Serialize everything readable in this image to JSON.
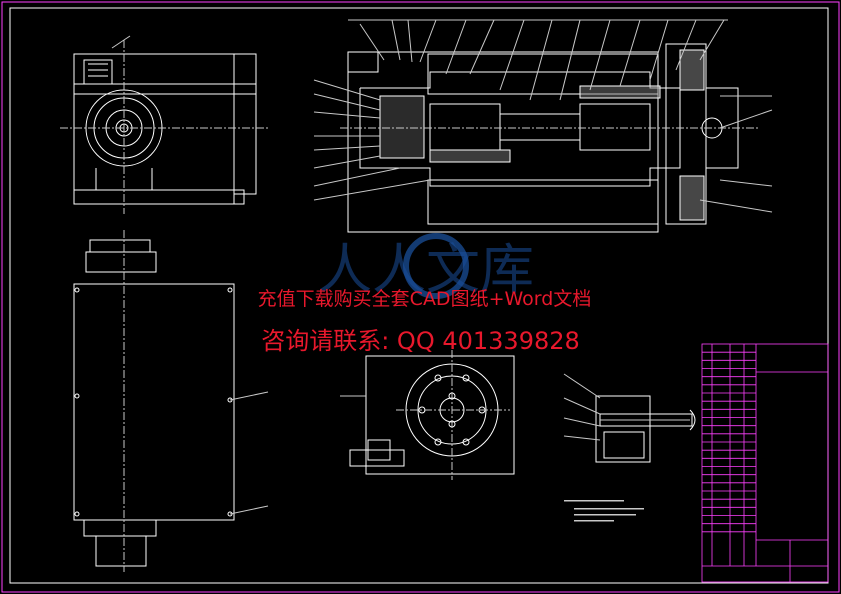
{
  "watermark": {
    "line1": "充值下载购买全套CAD图纸+Word文档",
    "line2": "咨询请联系: QQ 401339828",
    "logo_text": "人人文库",
    "color": "#e8182c"
  },
  "drawing": {
    "background": "#000000",
    "border_color": "#ff40ff",
    "line_color": "#ffffff",
    "center_line_color": "#c8c8c8",
    "section_views": [
      "top-left view",
      "top-right section",
      "lower-left view",
      "lower-center view",
      "detail view"
    ]
  },
  "title_block": {
    "rows": 24,
    "line_color": "#ff40ff"
  }
}
